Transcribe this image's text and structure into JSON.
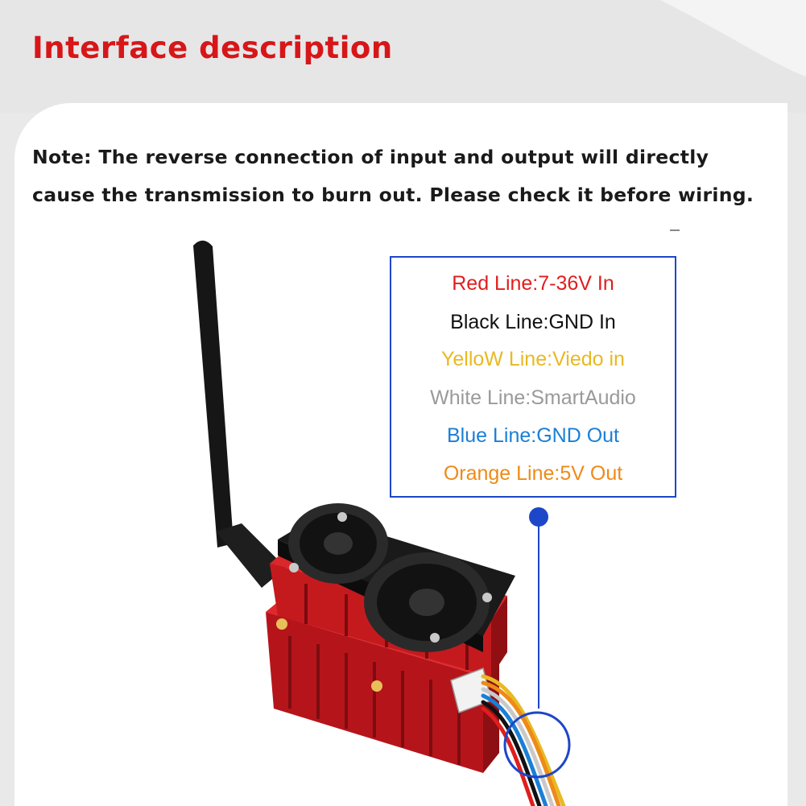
{
  "header": {
    "title": "Interface description"
  },
  "note": {
    "line1": "Note: The reverse connection of input and output will directly",
    "line2": "cause the transmission to burn out. Please check it before wiring."
  },
  "legend": {
    "items": [
      {
        "label": "Red Line:7-36V In",
        "color": "#e01e1e"
      },
      {
        "label": "Black Line:GND In",
        "color": "#111111"
      },
      {
        "label": "YelloW Line:Viedo in",
        "color": "#e8b923"
      },
      {
        "label": "White Line:SmartAudio",
        "color": "#9a9a9a"
      },
      {
        "label": "Blue Line:GND Out",
        "color": "#1a7fd6"
      },
      {
        "label": "Orange Line:5V Out",
        "color": "#ee8a18"
      }
    ]
  },
  "colors": {
    "title": "#d71618",
    "legend_border": "#1d46c8",
    "callout": "#1d46c8",
    "heatsink": "#c8181b"
  }
}
